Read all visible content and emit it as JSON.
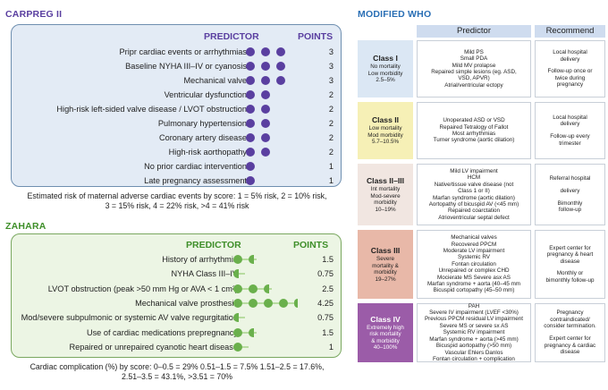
{
  "carpreg": {
    "title": "CARPREG II",
    "head_predictor": "PREDICTOR",
    "head_points": "POINTS",
    "rows": [
      {
        "label": "Pripr cardiac events or arrhythmias",
        "points": "3",
        "value": 3
      },
      {
        "label": "Baseline NYHA III–IV or cyanosis",
        "points": "3",
        "value": 3
      },
      {
        "label": "Mechanical valve",
        "points": "3",
        "value": 3
      },
      {
        "label": "Ventricular dysfunction",
        "points": "2",
        "value": 2
      },
      {
        "label": "High-risk left-sided valve disease / LVOT obstruction",
        "points": "2",
        "value": 2
      },
      {
        "label": "Pulmonary hypertension",
        "points": "2",
        "value": 2
      },
      {
        "label": "Coronary artery disease",
        "points": "2",
        "value": 2
      },
      {
        "label": "High-risk aorthopathy",
        "points": "2",
        "value": 2
      },
      {
        "label": "No prior cardiac intervention",
        "points": "1",
        "value": 1
      },
      {
        "label": "Late pregnancy assessment",
        "points": "1",
        "value": 1
      }
    ],
    "note_line1": "Estimated risk of maternal adverse cardiac events by score: 1 = 5% risk, 2 = 10% risk,",
    "note_line2": "3 = 15% risk, 4 = 22% risk, >4 = 41% risk",
    "color": "#5a3fa0",
    "panel_bg": "#e3ebf5",
    "panel_border": "#6f8fb0"
  },
  "zahara": {
    "title": "ZAHARA",
    "head_predictor": "PREDICTOR",
    "head_points": "POINTS",
    "rows": [
      {
        "label": "History of arrhythmia",
        "points": "1.5",
        "value": 1.5
      },
      {
        "label": "NYHA Class III–IV",
        "points": "0.75",
        "value": 0.75
      },
      {
        "label": "LVOT obstruction (peak >50 mm Hg or AVA < 1 cm²)",
        "points": "2.5",
        "value": 2.5
      },
      {
        "label": "Mechanical valve prosthesis",
        "points": "4.25",
        "value": 4.25
      },
      {
        "label": "Mod/severe subpulmonic or systemic AV valve regurgitation",
        "points": "0.75",
        "value": 0.75
      },
      {
        "label": "Use of cardiac medications prepregnancy",
        "points": "1.5",
        "value": 1.5
      },
      {
        "label": "Repaired or unrepaired cyanotic heart disease",
        "points": "1",
        "value": 1
      }
    ],
    "note_line1": "Cardiac complication (%) by score: 0–0.5 = 29% 0.51–1.5 = 7.5% 1.51–2.5 = 17.6%,",
    "note_line2": "2.51–3.5 = 43.1%, >3.51 = 70%",
    "color": "#6ab04c",
    "track": "#b8dca0",
    "panel_bg": "#ecf5e4",
    "panel_border": "#7aa860"
  },
  "who": {
    "title": "MODIFIED WHO",
    "head_predictor": "Predictor",
    "head_recommend": "Recommend",
    "title_color": "#2a6fb5",
    "rows": [
      {
        "name": "Class I",
        "sub": [
          "No mortality",
          "Low morbidity",
          "2.5–5%"
        ],
        "bg": "#dbe7f4",
        "predictors": [
          "Mild PS",
          "Small PDA",
          "Mild MV prolapse",
          "Repaired simple lesions (eg. ASD,",
          "VSD, APVR)",
          "Atrial/ventricular ectopy"
        ],
        "recommend": [
          "Local hospital",
          "delivery",
          "",
          "Follow-up once or",
          "twice during",
          "pregnancy"
        ]
      },
      {
        "name": "Class II",
        "sub": [
          "Low mortality",
          "Mod morbidity",
          "5.7–10.5%"
        ],
        "bg": "#f6f0b6",
        "predictors": [
          "Unoperated ASD or VSD",
          "Repaired Tetralogy of Fallot",
          "Most arrhythmias",
          "Turner syndrome (aortic dilation)"
        ],
        "recommend": [
          "Local hospital",
          "delivery",
          "",
          "Follow-up every",
          "trimester"
        ]
      },
      {
        "name": "Class II–III",
        "sub": [
          "Int mortality",
          "Mod-severe",
          "morbidity",
          "10–19%"
        ],
        "bg": "#f1e6e1",
        "predictors": [
          "Mild LV impairment",
          "HCM",
          "Native/tissue valve disease (not",
          "Class 1 or II)",
          "Marfan syndrome (aortic dilation)",
          "Aortopathy of bicuspid AV (<45 mm)",
          "Repaired coarctation",
          "Atrioventricular septal defect"
        ],
        "recommend": [
          "Referral hospital",
          "",
          "delivery",
          "",
          "Bimonthly",
          "follow-up"
        ]
      },
      {
        "name": "Class III",
        "sub": [
          "Severe",
          "mortality &",
          "morbidity",
          "19–27%"
        ],
        "bg": "#e8b8a8",
        "predictors": [
          "Mechanical valves",
          "Recovered PPCM",
          "Moderate LV impairment",
          "Systemic RV",
          "Fontan circulation",
          "Unrepaired or complex CHD",
          "Mocierate MS Severe asx AS",
          "Marfan syndrome + aorta (40–45 mm",
          "Bicuspid cortopathy (45–50 mm)"
        ],
        "recommend": [
          "Expert center for",
          "pregnancy & heart",
          "disease",
          "",
          "Monthly or",
          "bimonthly follow-up"
        ]
      },
      {
        "name": "Class IV",
        "sub": [
          "Extremely high",
          "risk mortality",
          "& morbidity",
          "40–100%"
        ],
        "bg": "#9b5ca8",
        "predictors": [
          "PAH",
          "Severe IV impairment (LVEF <30%)",
          "Previous PPCM residual LV impairment",
          "Severe MS or severe sx AS",
          "Systemic RV impairment",
          "Marfan syndrome + aorta (>45 mm)",
          "Bicuspid aortopathy (>50 mm)",
          "Vascular Ehlers Danlos",
          "Fontan circulation + complication"
        ],
        "recommend": [
          "Pregnancy",
          "contraindicated/",
          "consider termination.",
          "",
          "Expert center for",
          "pregnancy & cardiac",
          "disease"
        ]
      }
    ]
  }
}
